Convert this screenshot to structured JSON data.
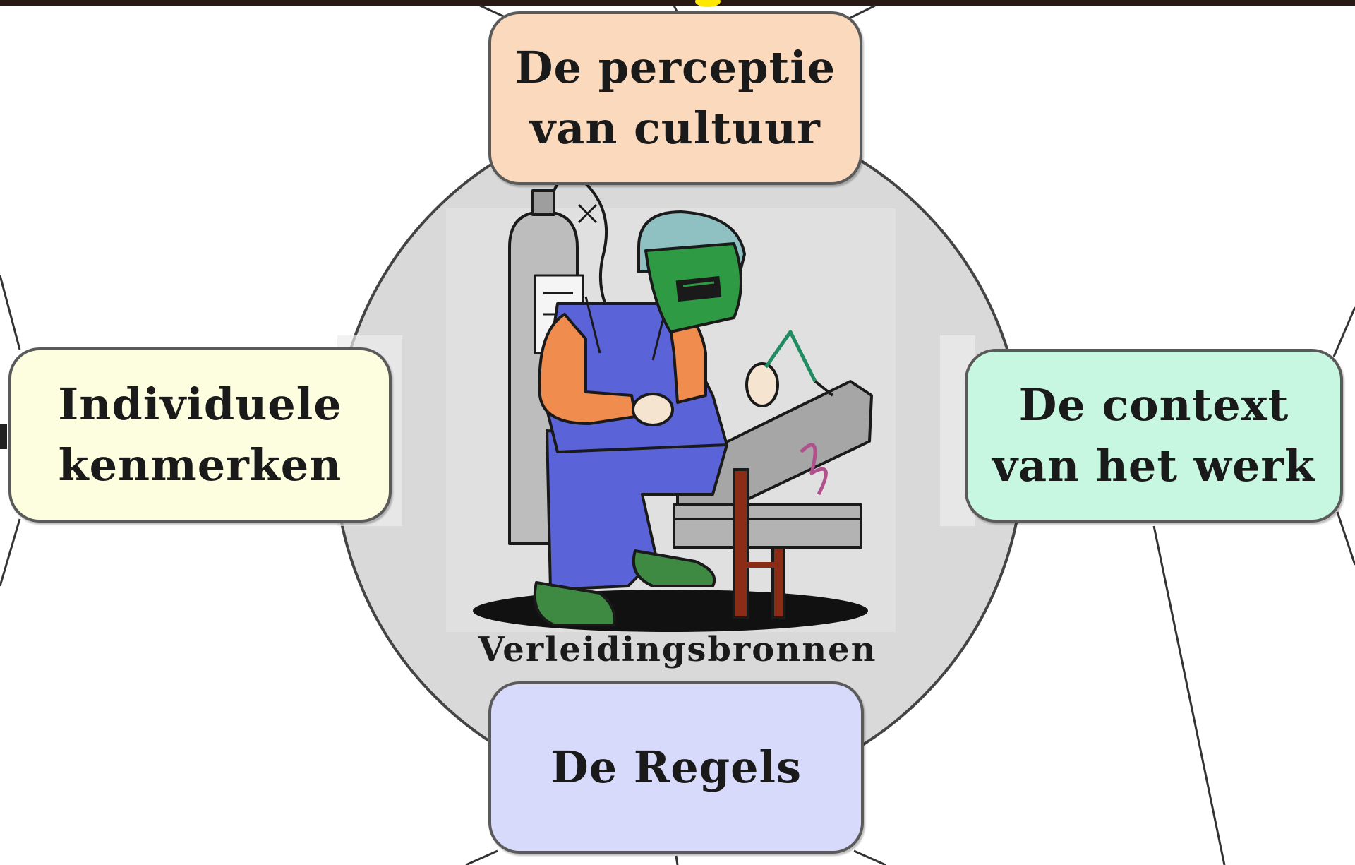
{
  "diagram": {
    "center_label": "Verleidingsbronnen",
    "nodes": [
      {
        "id": "perceptie",
        "label": "De perceptie\nvan cultuur",
        "fill": "#fbd9bd"
      },
      {
        "id": "individuele",
        "label": "Individuele\nkenmerken",
        "fill": "#fdfde0"
      },
      {
        "id": "context",
        "label": "De context\nvan het werk",
        "fill": "#c8f7e1"
      },
      {
        "id": "regels",
        "label": "De Regels",
        "fill": "#d8dafb"
      }
    ]
  },
  "colors": {
    "circle_fill": "#d9d9d9",
    "outline": "#5a5a5a",
    "top_band": "#2a1a16",
    "accent_dot": "#ffe800"
  },
  "icons": {
    "center_illustration": "welder-icon"
  }
}
